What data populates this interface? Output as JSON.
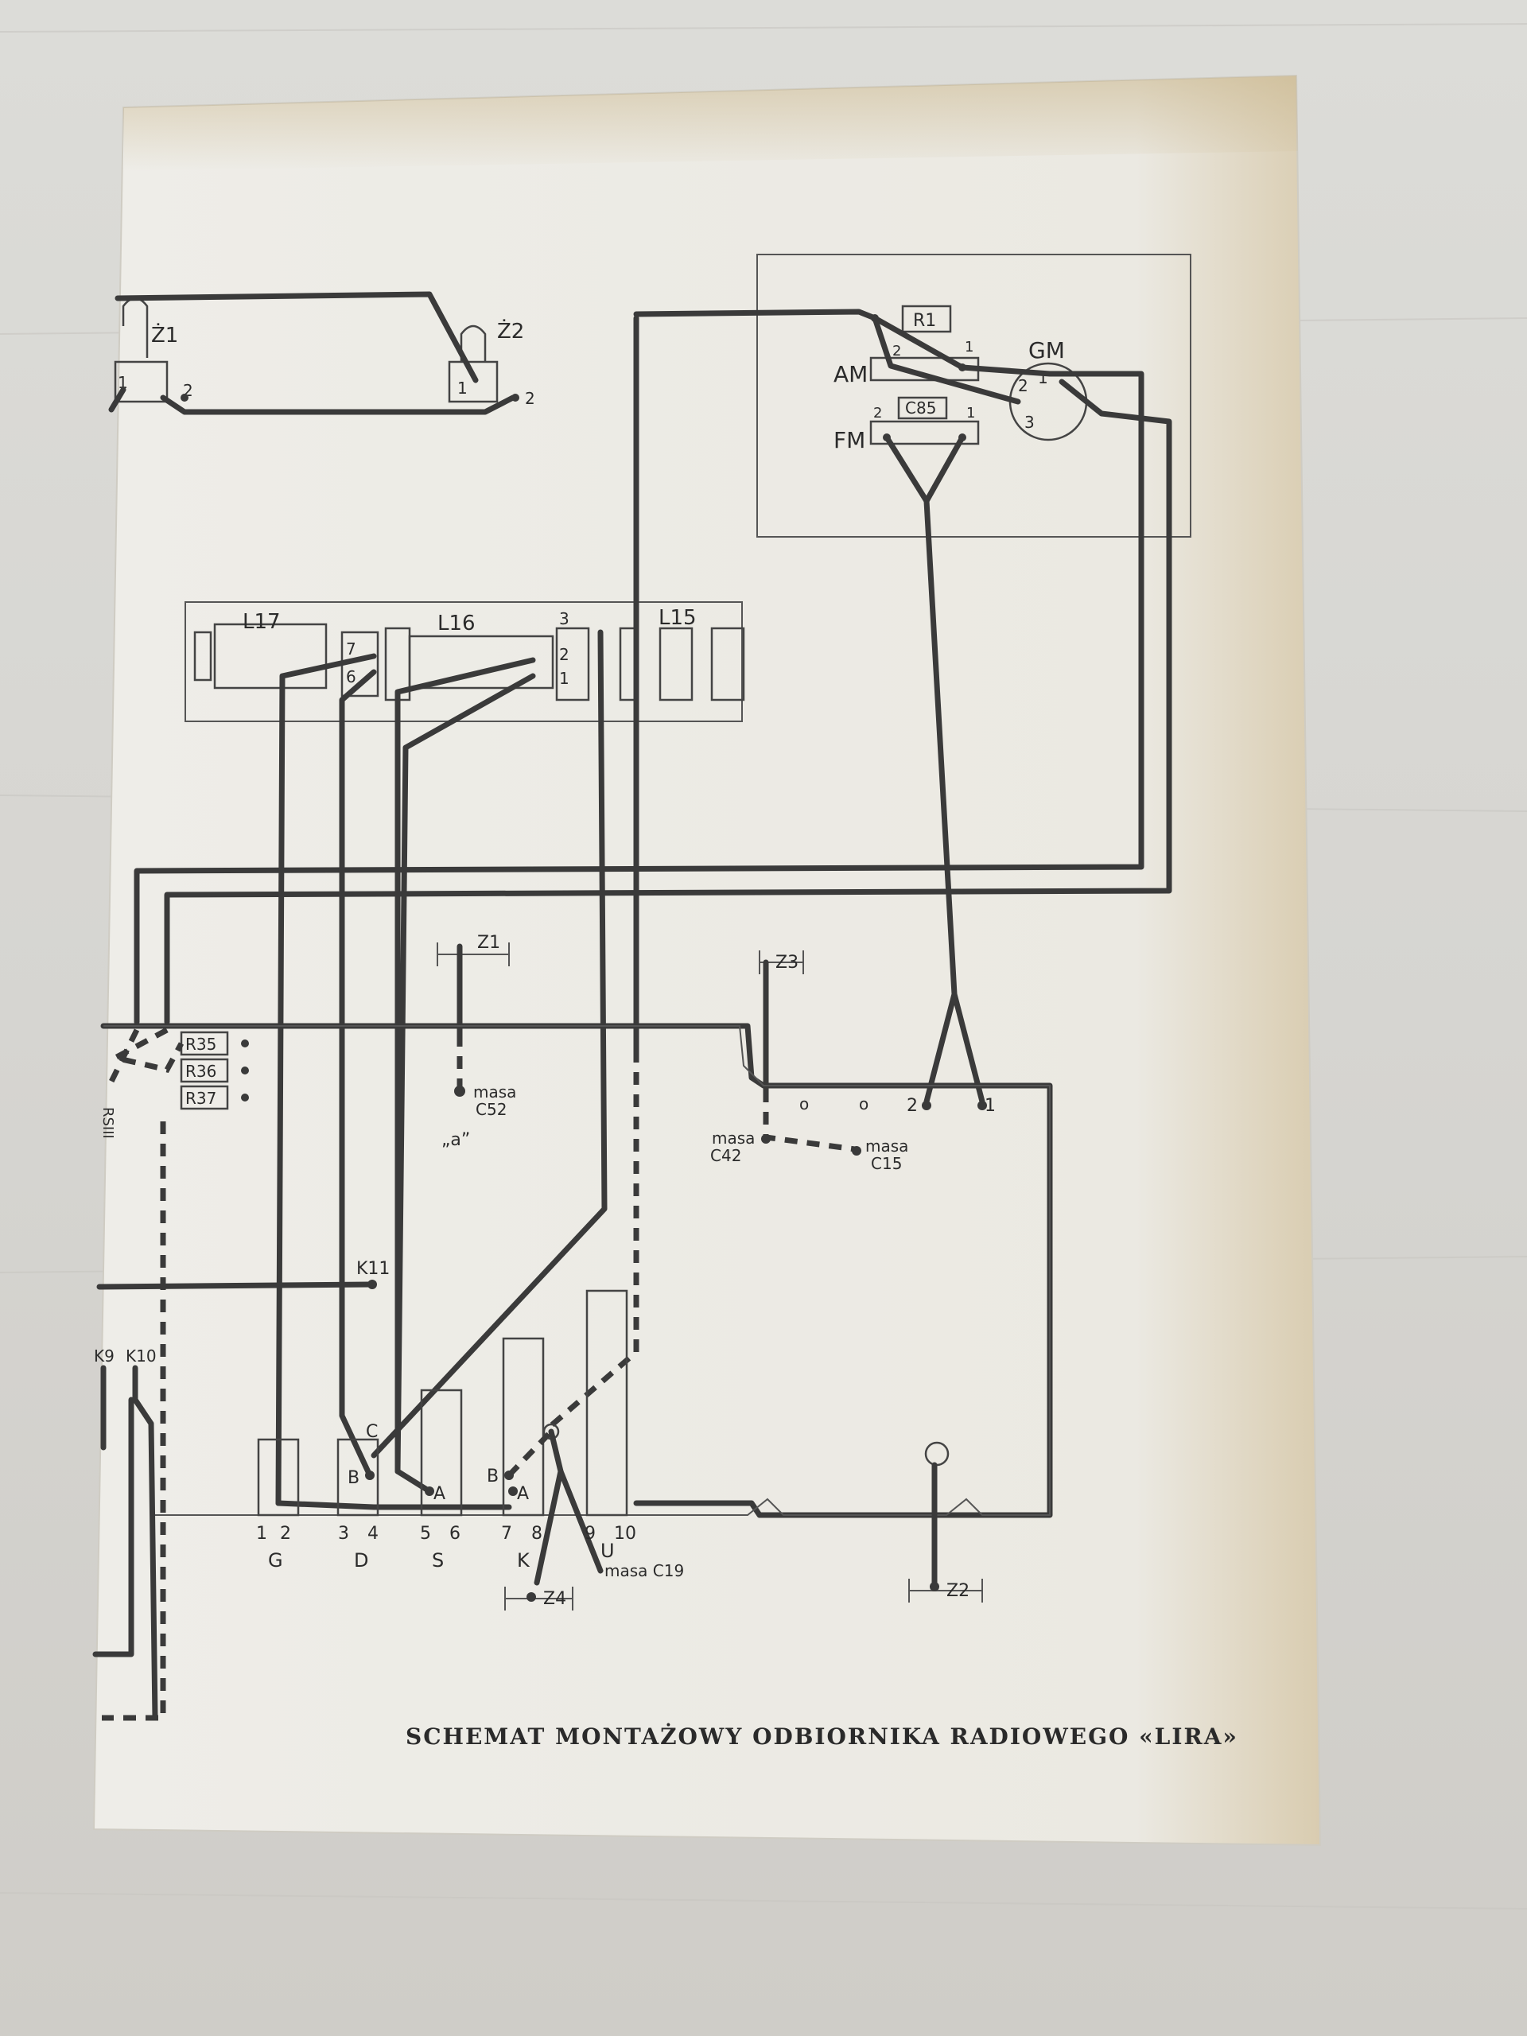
{
  "title": "SCHEMAT MONTAŻOWY ODBIORNIKA RADIOWEGO «LIRA»",
  "lamps": {
    "z1_top": "Ż1",
    "z2_top": "Ż2",
    "pin1": "1",
    "pin2": "2"
  },
  "switch_box": {
    "r1": "R1",
    "c85": "C85",
    "am": "AM",
    "fm": "FM",
    "gm": "GM",
    "p1": "1",
    "p2": "2",
    "p3": "3"
  },
  "coils": {
    "l17": "L17",
    "l16": "L16",
    "l15": "L15",
    "p7": "7",
    "p6": "6",
    "p3": "3",
    "p2": "2",
    "p1": "1"
  },
  "resistors": {
    "r35": "R35",
    "r36": "R36",
    "r37": "R37",
    "side": "RSIII"
  },
  "points": {
    "z1": "Z1",
    "z2": "Z2",
    "z3": "Z3",
    "z4": "Z4",
    "k11": "K11",
    "k9": "K9",
    "k10": "K10",
    "masa_c52_a": "masa",
    "masa_c52_b": "C52",
    "quote_a": "„a”",
    "masa_c42_a": "masa",
    "masa_c42_b": "C42",
    "masa_c15_a": "masa",
    "masa_c15_b": "C15",
    "masa_c19": "masa C19",
    "board_o1": "o",
    "board_o2": "o",
    "board_2": "2",
    "board_1": "1"
  },
  "connector": {
    "pins": [
      "1",
      "2",
      "3",
      "4",
      "5",
      "6",
      "7",
      "8",
      "9",
      "10"
    ],
    "groups": [
      "G",
      "D",
      "S",
      "K",
      "U"
    ],
    "letters": {
      "c": "C",
      "b1": "B",
      "a1": "A",
      "b2": "B",
      "a2": "A"
    }
  },
  "colors": {
    "paper": "#eeede8",
    "ink": "#3a3a3a",
    "stain": "#c9b58a"
  }
}
